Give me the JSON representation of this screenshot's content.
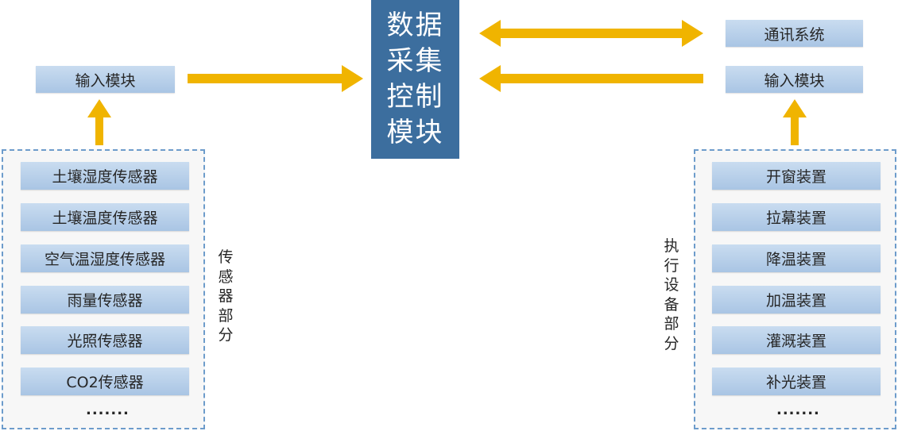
{
  "central": {
    "line1": "数据",
    "line2": "采集",
    "line3": "控制",
    "line4": "模块"
  },
  "left": {
    "input_module": "输入模块",
    "sensors": [
      "土壤湿度传感器",
      "土壤温度传感器",
      "空气温湿度传感器",
      "雨量传感器",
      "光照传感器",
      "CO2传感器"
    ],
    "ellipsis": ".......",
    "group_label": "传感器部分"
  },
  "right": {
    "comm_system": "通讯系统",
    "input_module": "输入模块",
    "devices": [
      "开窗装置",
      "拉幕装置",
      "降温装置",
      "加温装置",
      "灌溉装置",
      "补光装置"
    ],
    "ellipsis": ".......",
    "group_label": "执行设备部分"
  },
  "colors": {
    "arrow": "#f0b400",
    "central": "#3c6e9e",
    "dashed_border": "#6d9ccb"
  }
}
